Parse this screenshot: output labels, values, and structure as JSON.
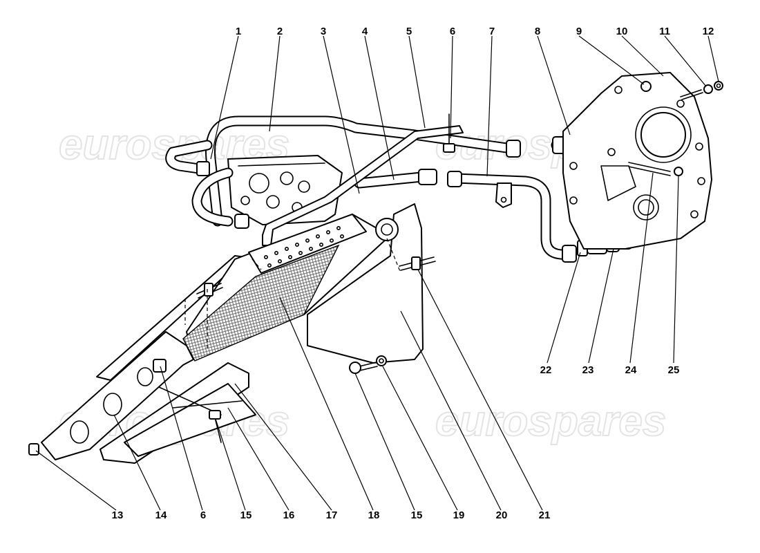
{
  "watermark": {
    "text": "eurospares",
    "color": "#e4e4e4"
  },
  "callouts": {
    "top": [
      "1",
      "2",
      "3",
      "4",
      "5",
      "6",
      "7",
      "8",
      "9",
      "10",
      "11",
      "12"
    ],
    "bottom": [
      "13",
      "14",
      "6",
      "15",
      "16",
      "17",
      "18",
      "15",
      "19",
      "20",
      "21"
    ],
    "right": [
      "22",
      "23",
      "24",
      "25"
    ]
  }
}
